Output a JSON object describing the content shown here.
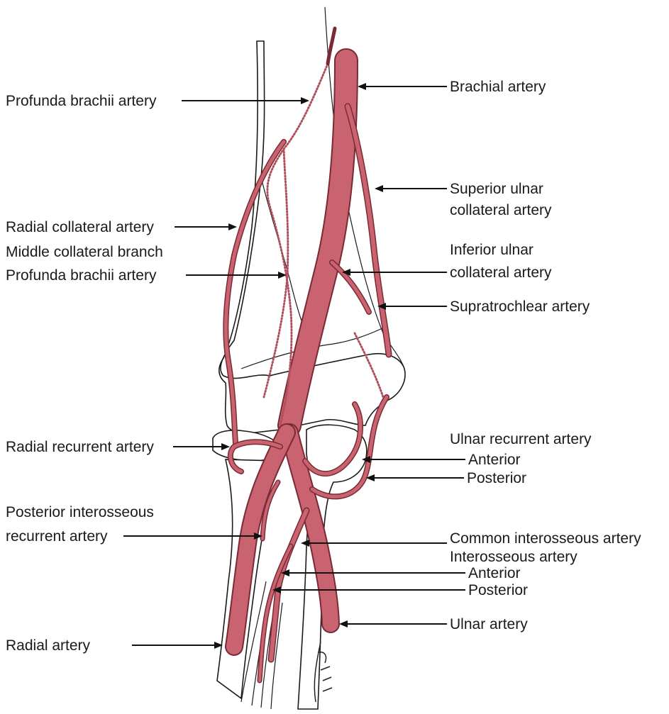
{
  "labels": {
    "brachial": "Brachial  artery",
    "profunda_brachii": "Profunda brachii artery",
    "superior_ulnar_1": "Superior ulnar",
    "superior_ulnar_2": "collateral artery",
    "radial_collateral": "Radial collateral artery",
    "middle_collateral_1": "Middle collateral branch",
    "middle_collateral_2": "Profunda  brachii artery",
    "inferior_ulnar_1": "Inferior ulnar",
    "inferior_ulnar_2": "collateral artery",
    "supratrochlear": "Supratrochlear artery",
    "ulnar_recurrent": "Ulnar recurrent artery",
    "ulnar_recurrent_anterior": "Anterior",
    "ulnar_recurrent_posterior": "Posterior",
    "radial_recurrent": "Radial recurrent artery",
    "posterior_interosseous_1": "Posterior interosseous",
    "posterior_interosseous_2": "recurrent artery",
    "common_interosseous": "Common interosseous artery",
    "interosseous": "Interosseous artery",
    "interosseous_anterior": "Anterior",
    "interosseous_posterior": "Posterior",
    "ulnar": "Ulnar  artery",
    "radial": "Radial  artery"
  },
  "colors": {
    "artery_fill": "#c8636f",
    "artery_outline": "#7a2a35",
    "bone_outline": "#1a1a1a",
    "leader": "#111111"
  }
}
